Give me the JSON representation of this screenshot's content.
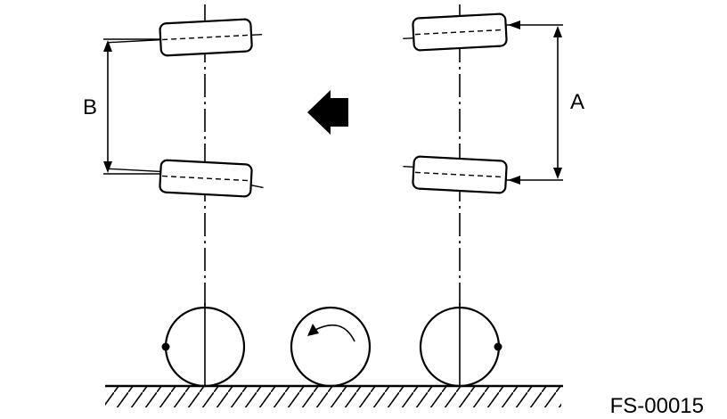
{
  "labels": {
    "a": "A",
    "b": "B",
    "figure_code": "FS-00015"
  },
  "colors": {
    "ink": "#000000",
    "background": "#ffffff"
  },
  "icons": {
    "direction_arrow": "left-arrow-icon",
    "rotation_arrow": "curved-arrow-icon"
  }
}
